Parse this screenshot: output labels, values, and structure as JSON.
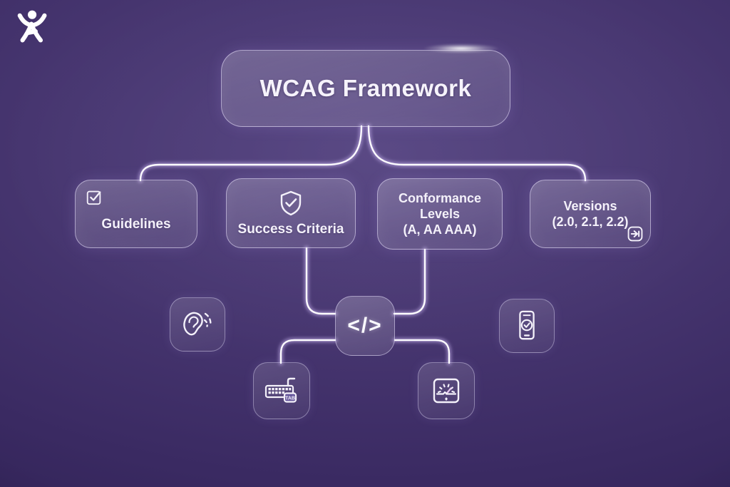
{
  "brand": {
    "logo_icon": "accessibility-person-logo"
  },
  "root": {
    "title": "WCAG Framework"
  },
  "nodes": {
    "guidelines": {
      "label": "Guidelines",
      "icon": "checkbox-check-icon"
    },
    "success": {
      "label": "Success Criteria",
      "icon": "shield-check-icon"
    },
    "conformance": {
      "line1": "Conformance",
      "line2": "Levels",
      "line3": "(A, AA AAA)"
    },
    "versions": {
      "line1": "Versions",
      "line2": "(2.0, 2.1, 2.2)",
      "icon": "arrow-right-square-icon"
    },
    "code": {
      "glyph": "</>",
      "icon": "code-icon"
    }
  },
  "icon_tiles": {
    "hearing": {
      "icon": "ear-hearing-icon"
    },
    "mobile": {
      "icon": "phone-check-icon"
    },
    "keyboard": {
      "icon": "keyboard-tab-icon",
      "key_label": "TAB"
    },
    "gauge": {
      "icon": "gauge-meter-icon"
    }
  },
  "colors": {
    "background_center": "#4e3c7c",
    "background_edge": "#2b1e50",
    "glass_border": "#ece5ff",
    "wire": "#fdfcff",
    "text": "#f6f3fb"
  }
}
